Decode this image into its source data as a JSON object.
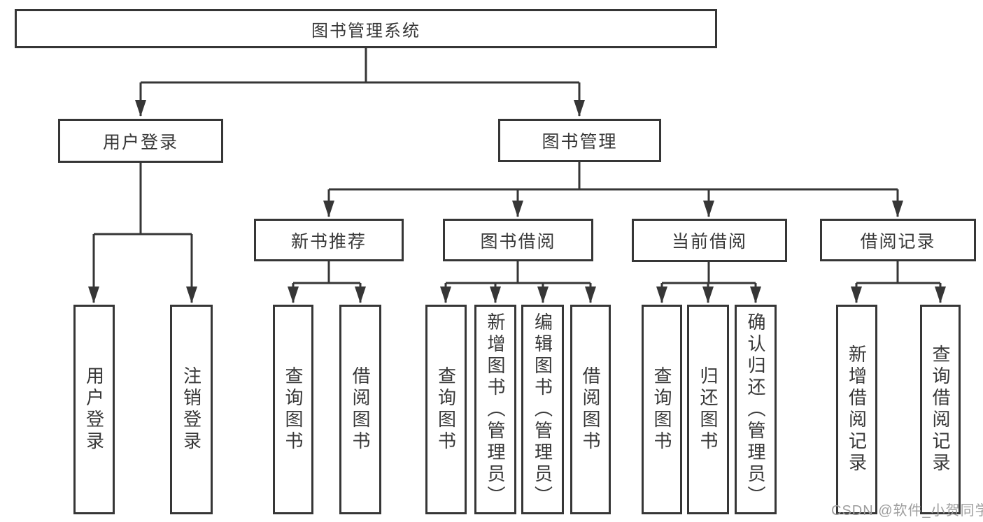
{
  "tree": {
    "root": {
      "label": "图书管理系统"
    },
    "user_login": {
      "label": "用户登录",
      "children": [
        {
          "label": "用户登录"
        },
        {
          "label": "注销登录"
        }
      ]
    },
    "book_mgmt": {
      "label": "图书管理",
      "groups": [
        {
          "label": "新书推荐",
          "children": [
            {
              "label": "查询图书"
            },
            {
              "label": "借阅图书"
            }
          ]
        },
        {
          "label": "图书借阅",
          "children": [
            {
              "label": "查询图书"
            },
            {
              "label": "新增图书（管理员）"
            },
            {
              "label": "编辑图书（管理员）"
            },
            {
              "label": "借阅图书"
            }
          ]
        },
        {
          "label": "当前借阅",
          "children": [
            {
              "label": "查询图书"
            },
            {
              "label": "归还图书"
            },
            {
              "label": "确认归还（管理员）"
            }
          ]
        },
        {
          "label": "借阅记录",
          "children": [
            {
              "label": "新增借阅记录"
            },
            {
              "label": "查询借阅记录"
            }
          ]
        }
      ]
    }
  },
  "watermark": "CSDN @软件_小贺同学",
  "colors": {
    "line": "#363636",
    "text": "#383838",
    "watermark": "#9e9e9e",
    "background": "#ffffff"
  }
}
